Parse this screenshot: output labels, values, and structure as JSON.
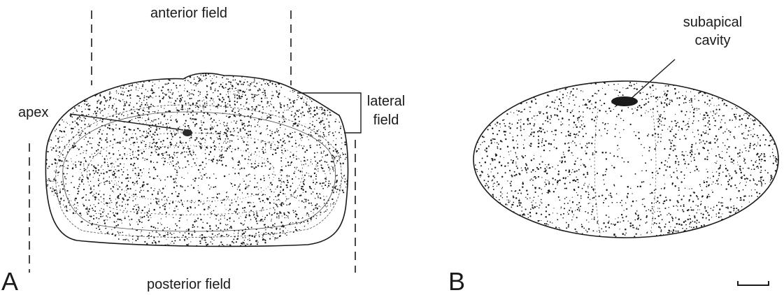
{
  "figure": {
    "panel_a": {
      "letter": "A",
      "labels": {
        "anterior": "anterior field",
        "posterior": "posterior field",
        "apex": "apex",
        "lateral_line1": "lateral",
        "lateral_line2": "field"
      }
    },
    "panel_b": {
      "letter": "B",
      "labels": {
        "subapical_line1": "subapical",
        "subapical_line2": "cavity"
      }
    },
    "colors": {
      "ink": "#1a1a1a",
      "background": "#ffffff"
    }
  }
}
